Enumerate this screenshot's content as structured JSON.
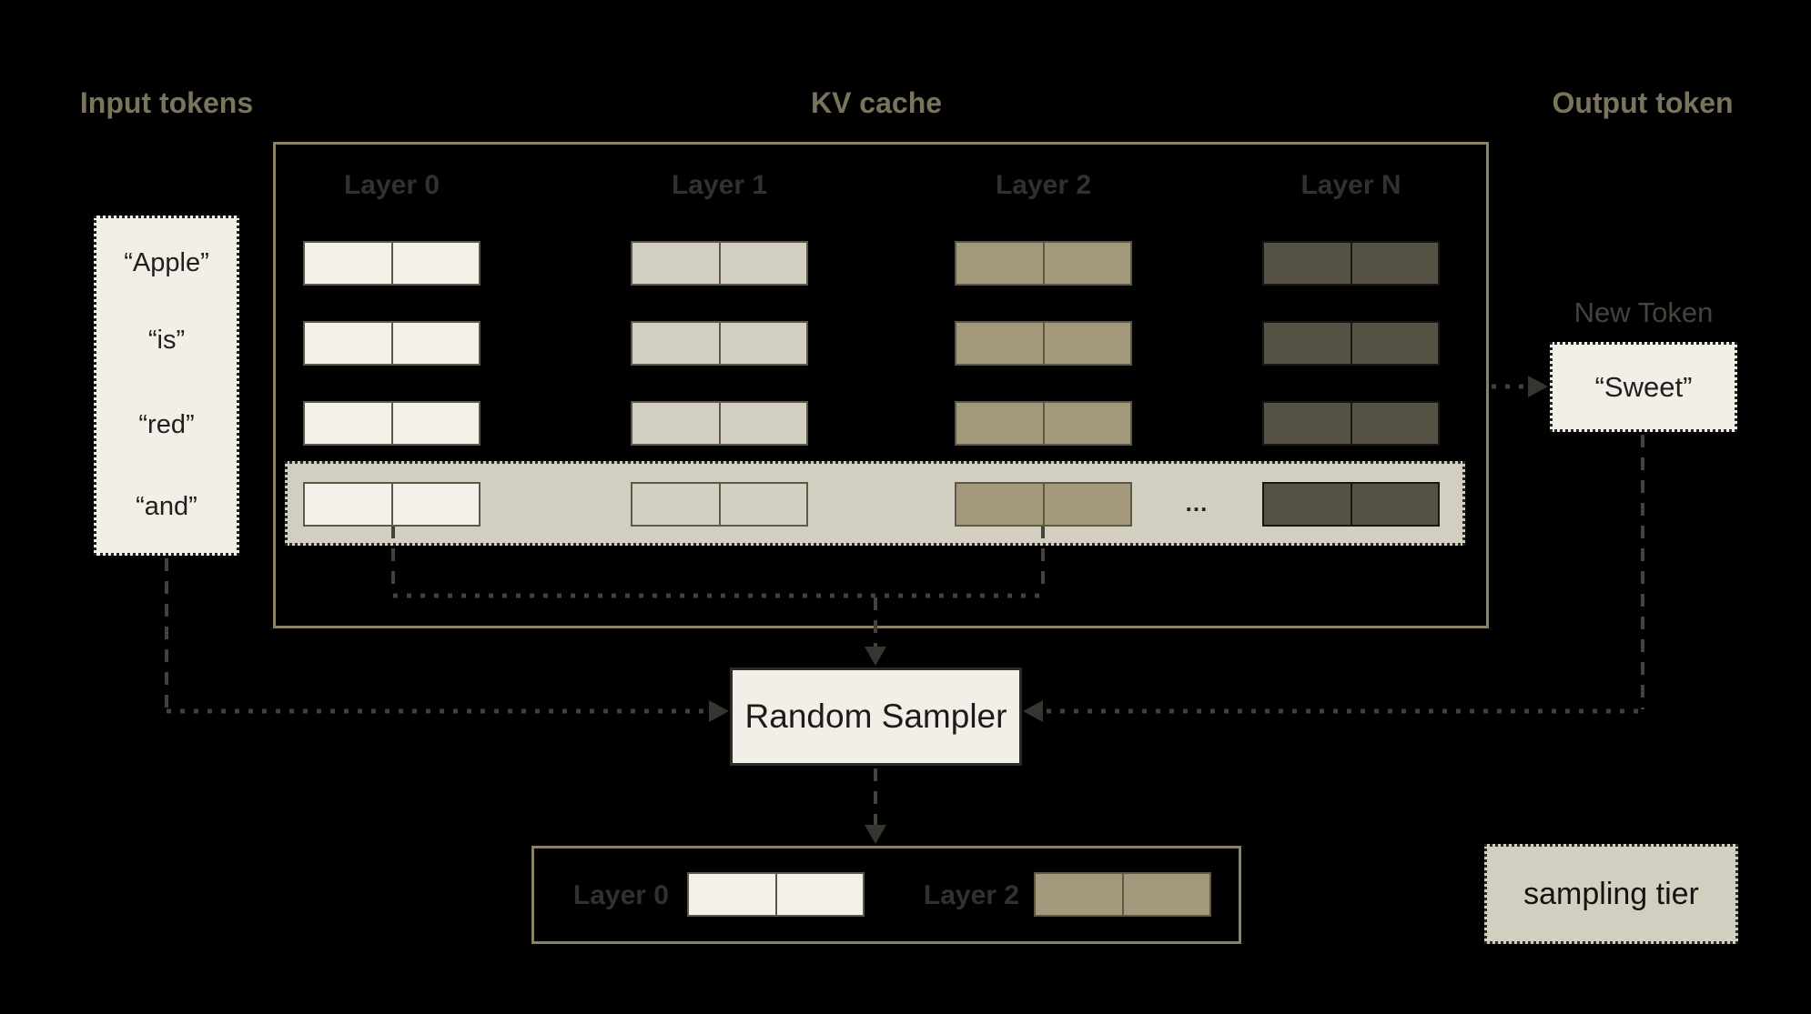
{
  "titles": {
    "input": "Input tokens",
    "kv": "KV cache",
    "output": "Output token"
  },
  "colors": {
    "background": "#000000",
    "frame_border": "#8a8166",
    "title_text": "#7b745c",
    "layer_label_text": "#33312d",
    "dash_line": "#44423c",
    "arrow_fill": "#373530",
    "cream_panel": "#f2efe8",
    "highlight_strip": "#d2cfc1"
  },
  "kv_cache": {
    "title": "KV cache",
    "ellipsis": "...",
    "rows_per_column": 4,
    "columns": [
      {
        "label": "Layer 0",
        "cell_color": "#f4f1ea",
        "border_color": "#5e5946"
      },
      {
        "label": "Layer 1",
        "cell_color": "#d3d0c2",
        "border_color": "#5e5946"
      },
      {
        "label": "Layer 2",
        "cell_color": "#a39879",
        "border_color": "#5e5946"
      },
      {
        "label": "Layer N",
        "cell_color": "#565243",
        "border_color": "#191712"
      }
    ]
  },
  "input_panel": {
    "tokens": [
      "“Apple”",
      "“is”",
      "“red”",
      "“and”"
    ]
  },
  "output_panel": {
    "new_token_label": "New Token",
    "token": "“Sweet”"
  },
  "sampler": {
    "label": "Random Sampler"
  },
  "sampled_row": {
    "items": [
      {
        "label": "Layer 0",
        "cell_color": "#f4f1ea",
        "border_color": "#5e5946"
      },
      {
        "label": "Layer 2",
        "cell_color": "#a39879",
        "border_color": "#5e5946"
      }
    ]
  },
  "legend": {
    "label": "sampling tier"
  }
}
